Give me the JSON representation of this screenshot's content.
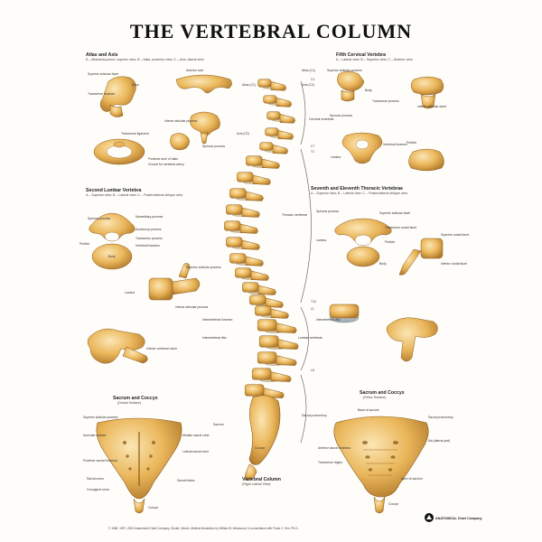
{
  "title": "THE VERTEBRAL COLUMN",
  "sections": {
    "atlas_axis": {
      "title": "Atlas and Axis",
      "desc": "A – Atlas/axis joined, superior view; B – Atlas, posterior view; C – Axis, lateral view"
    },
    "fifth_cervical": {
      "title": "Fifth Cervical Vertebra",
      "desc": "A – Lateral view; B – Superior view; C – Anterior view"
    },
    "second_lumbar": {
      "title": "Second Lumbar Vertebra",
      "desc": "A – Superior view; B – Lateral view; C – Posterolateral oblique view"
    },
    "thoracic": {
      "title": "Seventh and Eleventh Thoracic Vertebrae",
      "desc": "A – Superior view; B – Lateral view; C – Posterolateral oblique view"
    },
    "sacrum_dorsal": {
      "title": "Sacrum and Coccyx",
      "subtitle": "(Dorsal Surface)"
    },
    "sacrum_pelvic": {
      "title": "Sacrum and Coccyx",
      "subtitle": "(Pelvic Surface)"
    },
    "column": {
      "title": "Vertebral Column",
      "subtitle": "(Right Lateral View)"
    }
  },
  "labels": {
    "atlas": [
      "Superior articular facet",
      "Transverse foramen",
      "Dens",
      "Anterior arch",
      "Atlas (C1)",
      "Axis (C2)",
      "Spinous process",
      "Inferior articular process",
      "Posterior arch of atlas",
      "Groove for vertebral artery",
      "Transverse ligament"
    ],
    "cervical": [
      "Superior articular process",
      "Body",
      "Transverse process",
      "Spinous process",
      "Vertebral foramen",
      "Inferior articular facet",
      "Lamina",
      "Pedicle"
    ],
    "lumbar": [
      "Spinous process",
      "Mammillary process",
      "Accessory process",
      "Transverse process",
      "Vertebral foramen",
      "Pedicle",
      "Body",
      "Lamina",
      "Superior articular process",
      "Inferior articular process",
      "Inferior vertebral notch"
    ],
    "thoracic": [
      "Spinous process",
      "Superior articular facet",
      "Transverse costal facet",
      "Lamina",
      "Pedicle",
      "Body",
      "Superior costal facet",
      "Inferior costal facet",
      "Intervertebral disc"
    ],
    "column": [
      "Atlas (C1)",
      "Axis (C2)",
      "Cervical vertebrae",
      "Thoracic vertebrae",
      "Lumbar vertebrae",
      "Intervertebral foramen",
      "Intervertebral disc",
      "Sacral promontory",
      "Sacrum",
      "Coccyx",
      "C1",
      "C7",
      "T1",
      "T12",
      "L1",
      "L5"
    ],
    "sacrum_dorsal": [
      "Superior articular process",
      "Median sacral crest",
      "Sacral hiatus",
      "Sacral cornu",
      "Coccygeal cornu",
      "Auricular surface",
      "Lateral sacral crest",
      "Posterior sacral foramina",
      "Coccyx"
    ],
    "sacrum_pelvic": [
      "Sacral promontory",
      "Ala (lateral part)",
      "Anterior sacral foramina",
      "Transverse ridges",
      "Apex of sacrum",
      "Coccyx",
      "Base of sacrum"
    ]
  },
  "footer": "© 1986, 1997, 2000 Anatomical Chart Company, Skokie, Illinois. Medical illustration by William B. Westwood, in consultation with Frank C. Sim, Ph.D.",
  "publisher": "ANATOMICAL Chart Company",
  "colors": {
    "bone": "#e9b65a",
    "bone_light": "#f7dc9c",
    "bone_dark": "#b07a2a",
    "outline": "#8a5a1e"
  }
}
